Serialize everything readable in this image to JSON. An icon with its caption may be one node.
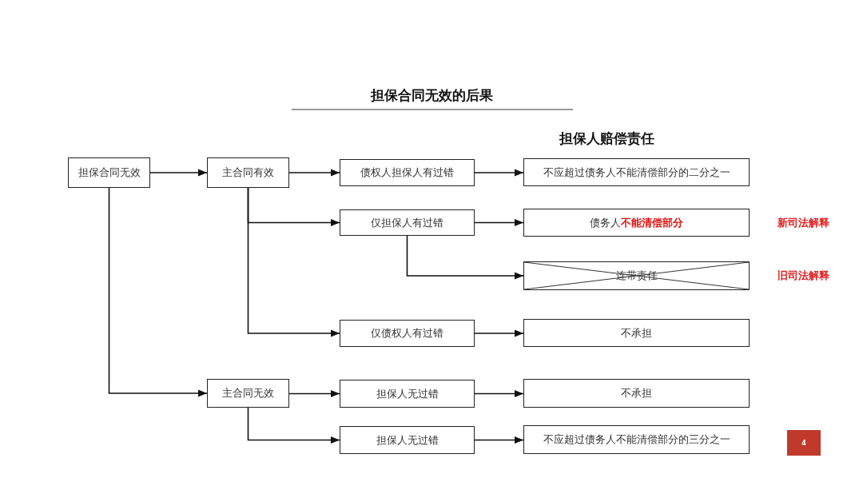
{
  "diagram": {
    "title": "担保合同无效的后果",
    "nodes": [
      {
        "text": [
          "担保合同无效"
        ]
      },
      {
        "text": [
          "主合同有效"
        ]
      },
      {
        "text": [
          "债权人担保人有过错"
        ]
      },
      {
        "text": [
          "不应超过债务人不能清偿部分的二分之一"
        ]
      },
      {
        "text": [
          "仅担保人有过错"
        ]
      },
      {
        "text": [
          "债务人**不能清偿部分**"
        ],
        "beside": [
          "新司法解释"
        ]
      },
      {
        "text": [
          "连带责任"
        ],
        "beside": [
          "旧司法解释"
        ]
      },
      {
        "text": [
          "仅债权人有过错"
        ]
      },
      {
        "text": [
          "不承担"
        ]
      },
      {
        "text": [
          "主合同无效"
        ]
      },
      {
        "text": [
          "担保人无过错"
        ]
      },
      {
        "text": [
          "不承担"
        ]
      },
      {
        "text": [
          "担保人无过错"
        ]
      },
      {
        "text": [
          "不应超过债务人不能清偿部分的三分之一"
        ]
      }
    ],
    "edges": [
      {
        "from": 0,
        "to": 1,
        "arrow": "to"
      },
      {
        "from": 1,
        "to": 2,
        "arrow": "to"
      },
      {
        "from": 2,
        "to": 3,
        "arrow": "to"
      },
      {
        "from": 1,
        "to": 4,
        "arrow": "to"
      },
      {
        "from": 4,
        "to": 5,
        "arrow": "to"
      },
      {
        "from": 4,
        "to": 6,
        "arrow": "to"
      },
      {
        "from": 1,
        "to": 7,
        "arrow": "to"
      },
      {
        "from": 7,
        "to": 8,
        "arrow": "to"
      },
      {
        "from": 0,
        "to": 9,
        "arrow": "to"
      },
      {
        "from": 9,
        "to": 10,
        "arrow": "to"
      },
      {
        "from": 10,
        "to": 11,
        "arrow": "to"
      },
      {
        "from": 9,
        "to": 12,
        "arrow": "to"
      },
      {
        "from": 12,
        "to": 13,
        "arrow": "to"
      }
    ],
    "labels": [
      "担保人赔偿责任",
      "4"
    ]
  }
}
